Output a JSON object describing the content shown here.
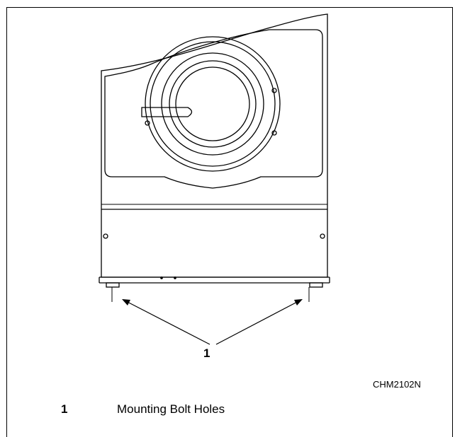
{
  "figure": {
    "callout_label": "1",
    "figure_code": "CHM2102N"
  },
  "legend": {
    "items": [
      {
        "number": "1",
        "description": "Mounting Bolt Holes"
      }
    ]
  }
}
